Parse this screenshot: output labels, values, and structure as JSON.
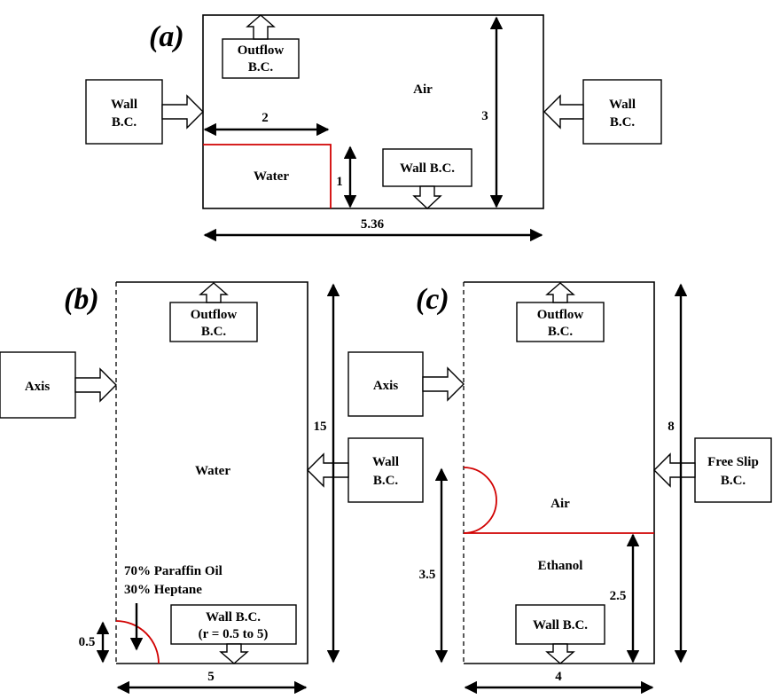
{
  "panel_a": {
    "tag": "(a)",
    "fluid_top": "Air",
    "fluid_bottom": "Water",
    "outflow": [
      "Outflow",
      "B.C."
    ],
    "wall_left": [
      "Wall",
      "B.C."
    ],
    "wall_right": [
      "Wall",
      "B.C."
    ],
    "wall_bottom": "Wall B.C.",
    "dim_water_width": "2",
    "dim_water_height": "1",
    "dim_height": "3",
    "dim_width": "5.36"
  },
  "panel_b": {
    "tag": "(b)",
    "fluid": "Water",
    "outflow": [
      "Outflow",
      "B.C."
    ],
    "axis": "Axis",
    "wall_right": [
      "Wall",
      "B.C."
    ],
    "wall_bottom": [
      "Wall B.C.",
      "(r = 0.5 to 5)"
    ],
    "drop_label": [
      "70% Paraffin Oil",
      "30% Heptane"
    ],
    "dim_drop": "0.5",
    "dim_height": "15",
    "dim_width": "5"
  },
  "panel_c": {
    "tag": "(c)",
    "fluid_top": "Air",
    "fluid_bottom": "Ethanol",
    "outflow": [
      "Outflow",
      "B.C."
    ],
    "axis": "Axis",
    "free_slip": [
      "Free Slip",
      "B.C."
    ],
    "wall_bottom": "Wall B.C.",
    "dim_bubble": "3.5",
    "dim_liquid": "2.5",
    "dim_height": "8",
    "dim_width": "4"
  }
}
